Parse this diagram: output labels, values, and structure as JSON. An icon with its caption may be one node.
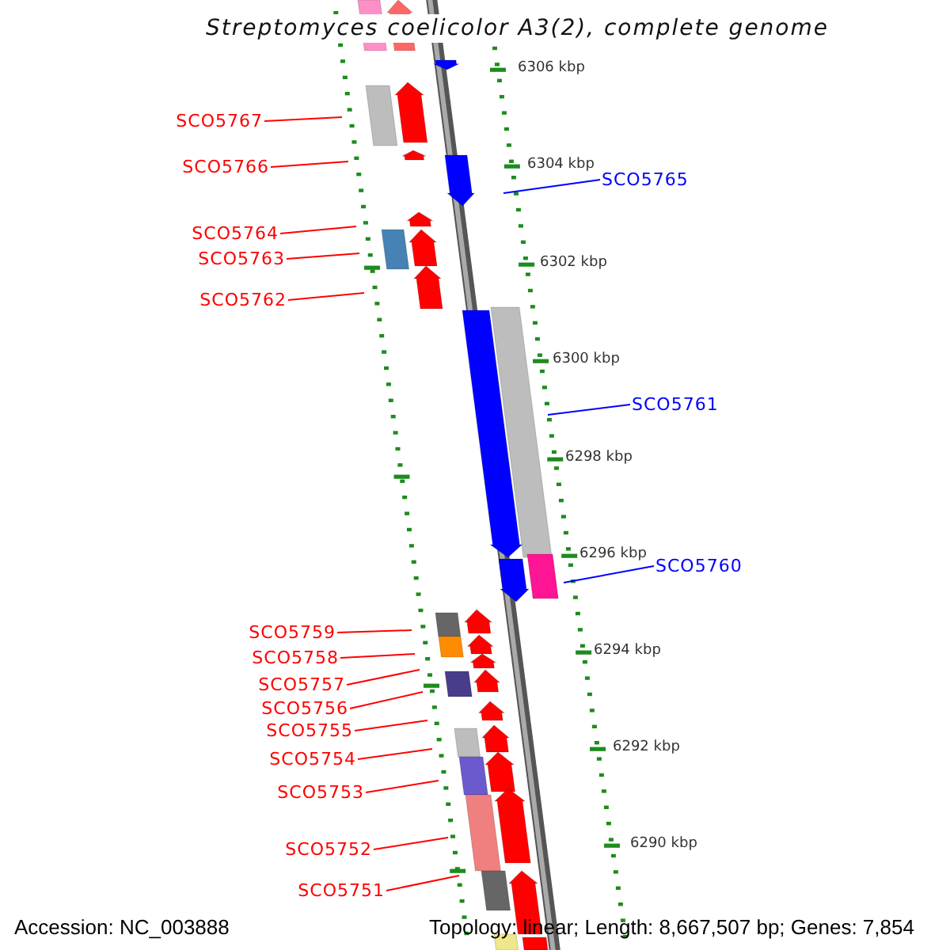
{
  "diagram": {
    "title": "Streptomyces coelicolor A3(2), complete genome",
    "nodes": [
      {
        "text": [
          "SCO5767"
        ]
      },
      {
        "text": [
          "SCO5766"
        ]
      },
      {
        "text": [
          "SCO5765"
        ]
      },
      {
        "text": [
          "SCO5764"
        ]
      },
      {
        "text": [
          "SCO5763"
        ]
      },
      {
        "text": [
          "SCO5762"
        ]
      },
      {
        "text": [
          "SCO5761"
        ]
      },
      {
        "text": [
          "SCO5760"
        ]
      },
      {
        "text": [
          "SCO5759"
        ]
      },
      {
        "text": [
          "SCO5758"
        ]
      },
      {
        "text": [
          "SCO5757"
        ]
      },
      {
        "text": [
          "SCO5756"
        ]
      },
      {
        "text": [
          "SCO5755"
        ]
      },
      {
        "text": [
          "SCO5754"
        ]
      },
      {
        "text": [
          "SCO5753"
        ]
      },
      {
        "text": [
          "SCO5752"
        ]
      },
      {
        "text": [
          "SCO5751"
        ]
      }
    ],
    "edges": [
      {
        "from": 0,
        "to": null,
        "arrow": "none"
      },
      {
        "from": 1,
        "to": null,
        "arrow": "none"
      },
      {
        "from": 2,
        "to": null,
        "arrow": "none",
        "color": "#0000ff"
      },
      {
        "from": 3,
        "to": null,
        "arrow": "none"
      },
      {
        "from": 4,
        "to": null,
        "arrow": "none"
      },
      {
        "from": 5,
        "to": null,
        "arrow": "none"
      },
      {
        "from": 6,
        "to": null,
        "arrow": "none",
        "color": "#0000ff"
      },
      {
        "from": 7,
        "to": null,
        "arrow": "none",
        "color": "#0000ff"
      },
      {
        "from": 8,
        "to": null,
        "arrow": "none"
      },
      {
        "from": 9,
        "to": null,
        "arrow": "none"
      },
      {
        "from": 10,
        "to": null,
        "arrow": "none"
      },
      {
        "from": 11,
        "to": null,
        "arrow": "none"
      },
      {
        "from": 12,
        "to": null,
        "arrow": "none"
      },
      {
        "from": 13,
        "to": null,
        "arrow": "none"
      },
      {
        "from": 14,
        "to": null,
        "arrow": "none"
      },
      {
        "from": 15,
        "to": null,
        "arrow": "none"
      },
      {
        "from": 16,
        "to": null,
        "arrow": "none"
      }
    ],
    "labels": [
      "6306 kbp",
      "6304 kbp",
      "6302 kbp",
      "6300 kbp",
      "6298 kbp",
      "6296 kbp",
      "6294 kbp",
      "6292 kbp",
      "6290 kbp",
      "Accession: NC_003888",
      "Topology: linear; Length: 8,667,507 bp; Genes: 7,854"
    ]
  }
}
